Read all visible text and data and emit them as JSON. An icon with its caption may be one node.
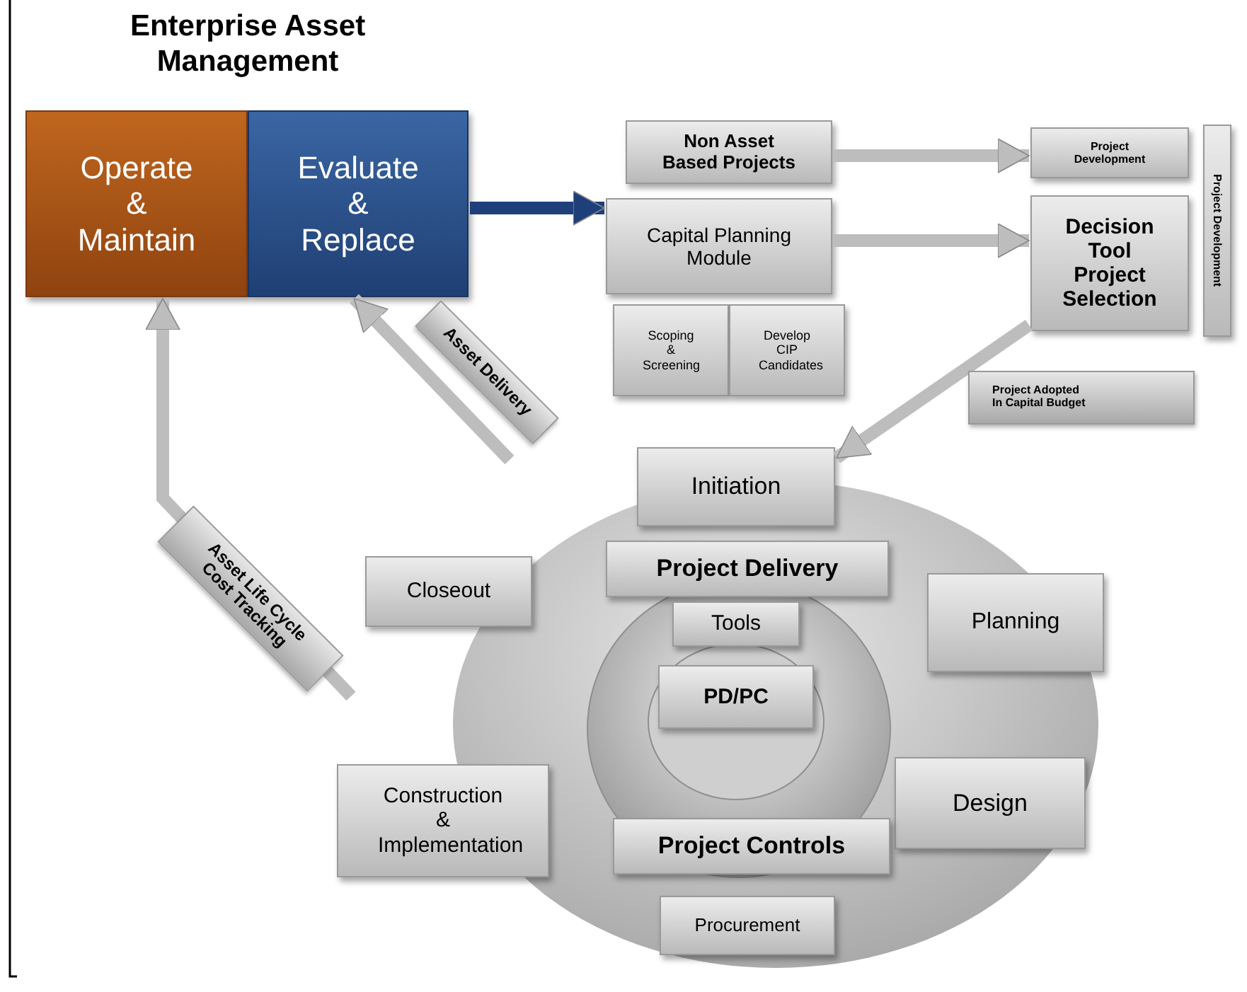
{
  "diagram": {
    "title": "Enterprise Asset Management",
    "nodes": [
      {
        "text": [
          "Operate & Maintain"
        ]
      },
      {
        "text": [
          "Evaluate & Replace"
        ]
      },
      {
        "text": [
          "Non Asset Based Projects"
        ]
      },
      {
        "text": [
          "Capital Planning Module"
        ]
      },
      {
        "text": [
          "Scoping & Screening"
        ]
      },
      {
        "text": [
          "Develop CIP Candidates"
        ]
      },
      {
        "text": [
          "Project Development"
        ]
      },
      {
        "text": [
          "Decision Tool Project Selection"
        ]
      },
      {
        "text": [
          "Project Development"
        ]
      },
      {
        "text": [
          "Initiation"
        ]
      },
      {
        "text": [
          "Project Delivery"
        ]
      },
      {
        "text": [
          "Tools"
        ]
      },
      {
        "text": [
          "PD/PC"
        ]
      },
      {
        "text": [
          "Closeout"
        ]
      },
      {
        "text": [
          "Planning"
        ]
      },
      {
        "text": [
          "Construction & Implementation"
        ]
      },
      {
        "text": [
          "Design"
        ]
      },
      {
        "text": [
          "Project Controls"
        ]
      },
      {
        "text": [
          "Procurement"
        ]
      }
    ],
    "edges": [
      {
        "from": 1,
        "to": 3,
        "arrow": "to",
        "color": "#1f3f7a"
      },
      {
        "from": 2,
        "to": 6,
        "arrow": "to"
      },
      {
        "from": 3,
        "to": 7,
        "arrow": "to"
      },
      {
        "from": 7,
        "to": 9,
        "arrow": "to",
        "label": "Project Adopted In Capital Budget"
      },
      {
        "from": null,
        "to": 1,
        "arrow": "to",
        "label": "Asset Delivery"
      },
      {
        "from": null,
        "to": 0,
        "arrow": "to",
        "label": "Asset Life Cycle Cost Tracking"
      }
    ]
  }
}
